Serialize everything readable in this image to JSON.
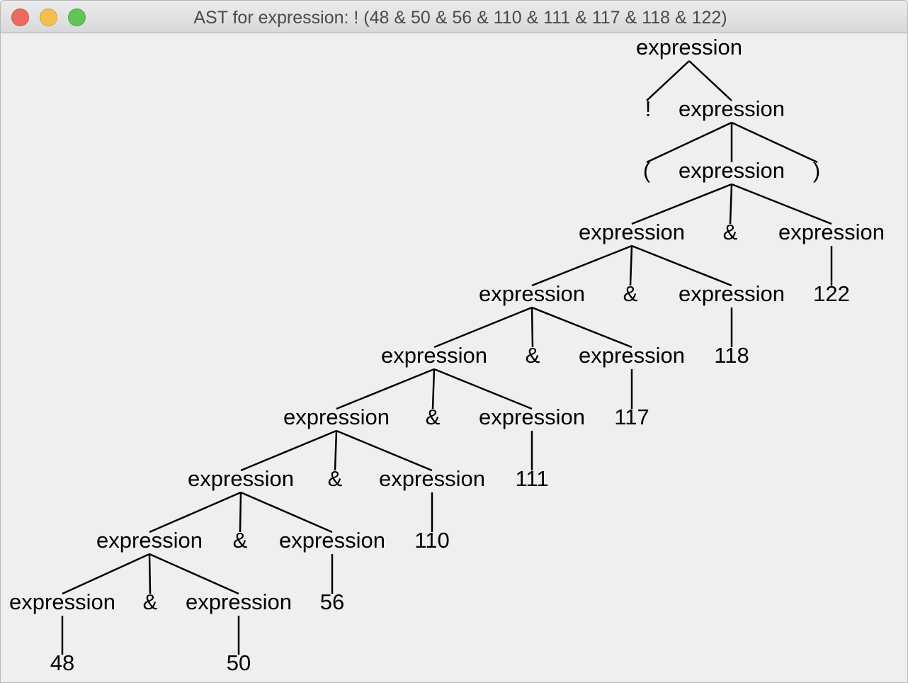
{
  "window": {
    "title": "AST for expression: ! (48 & 50 & 56 & 110 & 111 & 117 & 118 & 122)",
    "buttons": [
      "close",
      "minimize",
      "zoom"
    ]
  },
  "tree": {
    "labels": {
      "expression": "expression",
      "not": "!",
      "open_paren": "(",
      "close_paren": ")",
      "and": "&"
    },
    "numbers": [
      "48",
      "50",
      "56",
      "110",
      "111",
      "117",
      "118",
      "122"
    ]
  }
}
